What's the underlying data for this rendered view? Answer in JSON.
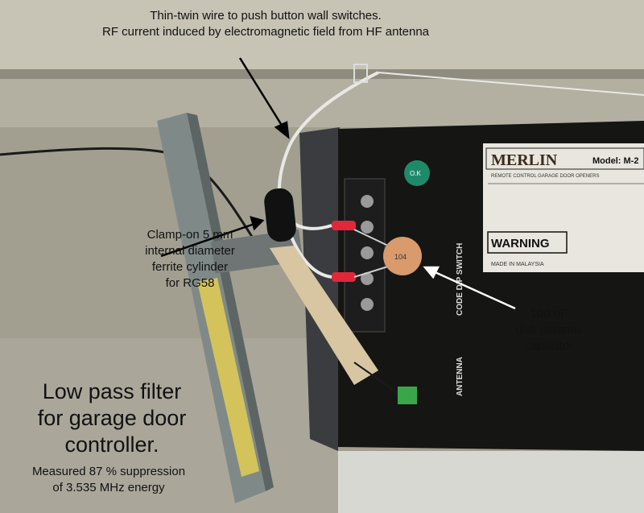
{
  "captions": {
    "wire_line1": "Thin-twin wire to push button wall switches.",
    "wire_line2": "RF current induced by electromagnetic field from HF antenna",
    "ferrite_line1": "Clamp-on 5 mm",
    "ferrite_line2": "internal diameter",
    "ferrite_line3": "ferrite cylinder",
    "ferrite_line4": "for RG58",
    "capacitor_line1": "100 nF",
    "capacitor_line2": "disk ceramic",
    "capacitor_line3": "capacitor",
    "title_line1": "Low pass filter",
    "title_line2": "for garage door",
    "title_line3": "controller.",
    "subtitle_line1": "Measured 87 % suppression",
    "subtitle_line2": "of 3.535 MHz energy"
  },
  "device": {
    "brand": "MERLIN",
    "model": "Model: M-2",
    "brand_sub": "REMOTE CONTROL GARAGE DOOR OPENERS",
    "ok_sticker": "O.K",
    "warning": "WARNING",
    "made_in": "MADE IN MALAYSIA",
    "code_switch": "CODE DIP SWITCH",
    "antenna": "ANTENNA",
    "capacitor_marking": "104"
  },
  "colors": {
    "wall": "#a8a597",
    "ceiling_beam": "#c9c6b8",
    "panel": "#151514",
    "ferrite": "#111111",
    "capacitor": "#d99a6c",
    "sticker": "#1f8a6a",
    "tag": "#d7c6a1",
    "tape": "#d7c85a"
  }
}
